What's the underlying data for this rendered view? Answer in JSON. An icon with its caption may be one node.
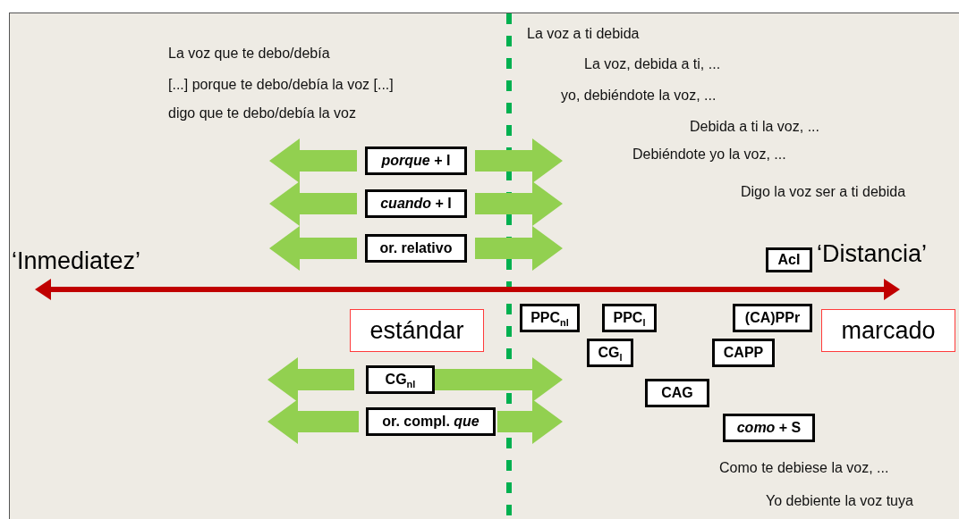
{
  "diagram": {
    "nodes": [
      {
        "text": [
          "*porque* + I"
        ]
      },
      {
        "text": [
          "*cuando* + I"
        ]
      },
      {
        "text": [
          "or. relativo"
        ]
      },
      {
        "text": [
          "AcI"
        ]
      },
      {
        "text": [
          "PPC$_{nl}$"
        ]
      },
      {
        "text": [
          "PPC$_{l}$"
        ]
      },
      {
        "text": [
          "(CA)PPr"
        ]
      },
      {
        "text": [
          "estándar"
        ]
      },
      {
        "text": [
          "marcado"
        ]
      },
      {
        "text": [
          "CG$_{l}$"
        ]
      },
      {
        "text": [
          "CAPP"
        ]
      },
      {
        "text": [
          "CG$_{nl}$"
        ]
      },
      {
        "text": [
          "CAG"
        ]
      },
      {
        "text": [
          "or. compl. *que*"
        ]
      },
      {
        "text": [
          "*como* + S"
        ]
      }
    ],
    "edges": [
      {
        "from": 0,
        "to": null,
        "arrow": "to"
      },
      {
        "from": 0,
        "to": null,
        "arrow": "to"
      },
      {
        "from": 1,
        "to": null,
        "arrow": "to"
      },
      {
        "from": 1,
        "to": null,
        "arrow": "to"
      },
      {
        "from": 2,
        "to": null,
        "arrow": "to"
      },
      {
        "from": 2,
        "to": null,
        "arrow": "to"
      },
      {
        "from": 11,
        "to": null,
        "arrow": "to"
      },
      {
        "from": 11,
        "to": null,
        "arrow": "to"
      },
      {
        "from": 13,
        "to": null,
        "arrow": "to"
      },
      {
        "from": 13,
        "to": null,
        "arrow": "to"
      }
    ],
    "labels": [
      "La voz a ti debida",
      "La voz que te debo/debía",
      "La voz, debida a ti, ...",
      "[...] porque te debo/debía la voz [...]",
      "yo, debiéndote la voz, ...",
      "digo que te debo/debía la voz",
      "Debida a ti la voz, ...",
      "Debiéndote yo la voz, ...",
      "Digo la voz ser a ti debida",
      "‘Distancia’",
      "‘Inmediatez’",
      "Como te debiese la voz, ...",
      "Yo debiente la voz tuya"
    ]
  }
}
